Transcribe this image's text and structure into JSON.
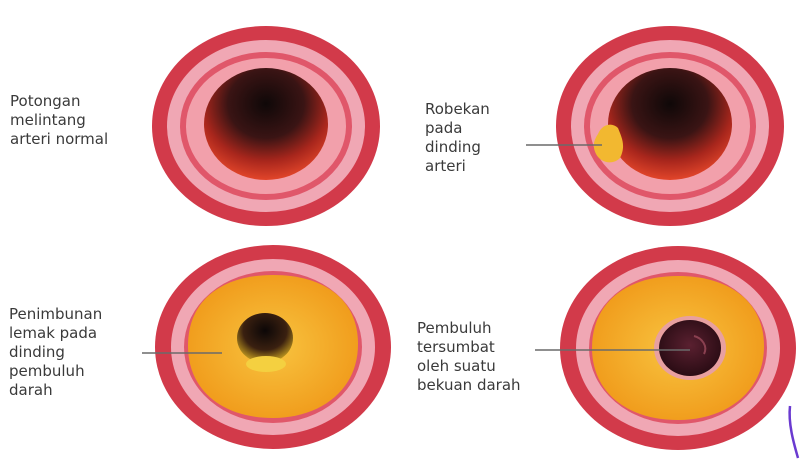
{
  "labels": {
    "normal": "Potongan\nmelintang\narteri normal",
    "torn": "Robekan\npada\ndinding\narteri",
    "fat": "Penimbunan\nlemak pada\ndinding\npembuluh\ndarah",
    "clot": "Pembuluh\ntersumbat\noleh suatu\nbekuan darah"
  },
  "colors": {
    "outer_wall": "#d23a4a",
    "middle_wall": "#f0a7b4",
    "inner_wall": "#e0576a",
    "lumen_dark": "#1a0d0d",
    "lumen_red": "#d83a26",
    "tear": "#f2b830",
    "plaque": "#f5ad22",
    "clot": "#6a2b3a",
    "pointer_line": "#6a6a6a",
    "pen_mark": "#6a3ad0"
  }
}
